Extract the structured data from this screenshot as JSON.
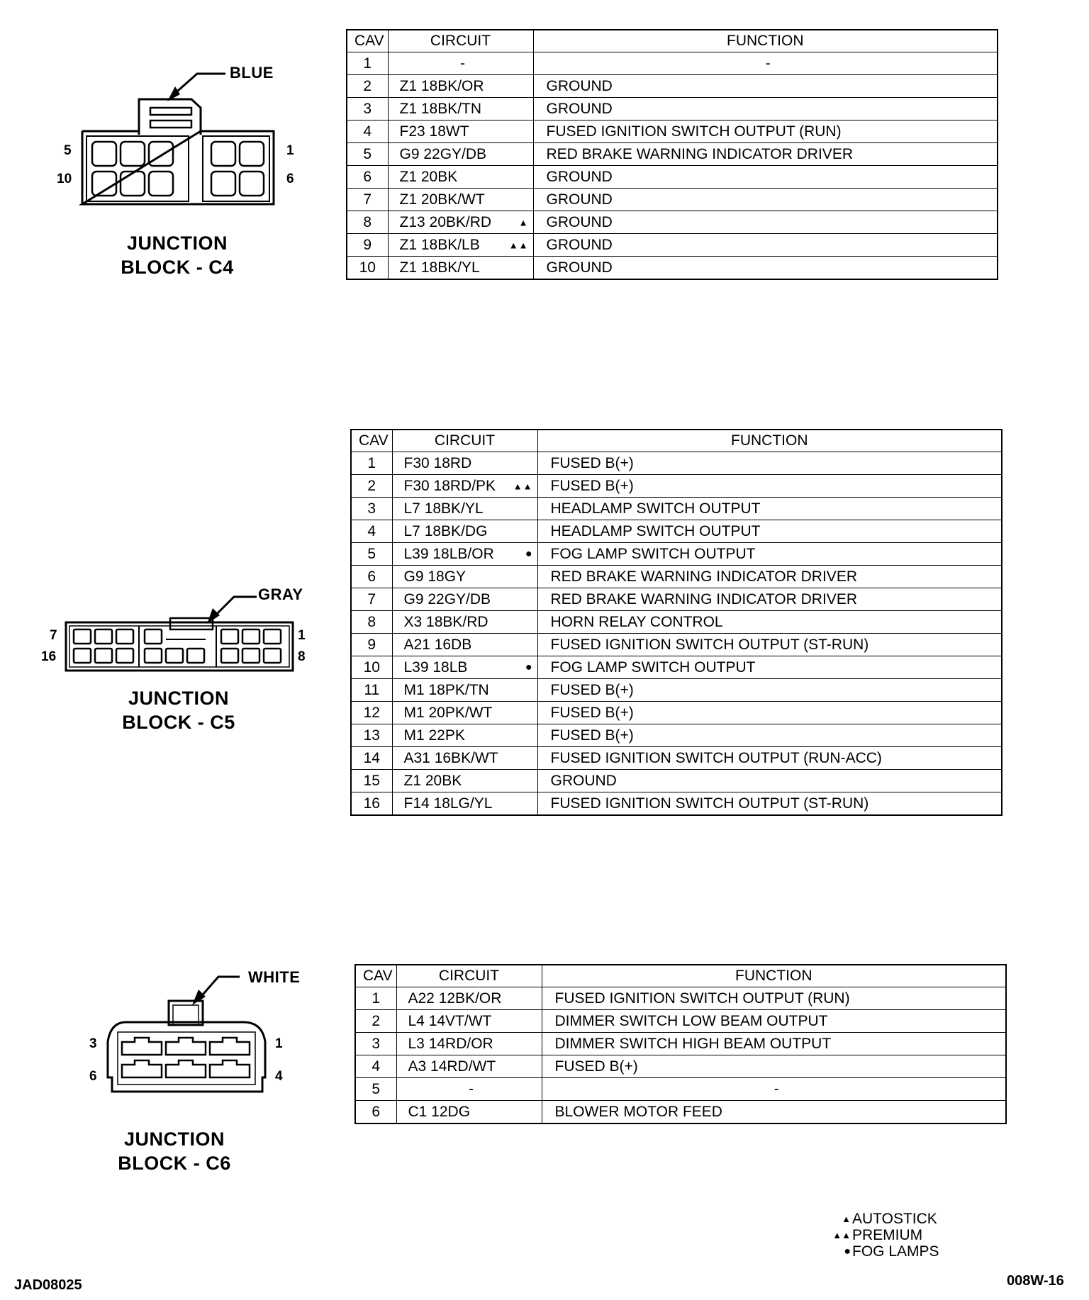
{
  "legend": [
    {
      "symbol": "▲",
      "symbol_icon": "triangle-icon",
      "label": "AUTOSTICK"
    },
    {
      "symbol": "▲▲",
      "symbol_icon": "double-triangle-icon",
      "label": "PREMIUM"
    },
    {
      "symbol": "●",
      "symbol_icon": "dot-icon",
      "label": "FOG LAMPS"
    }
  ],
  "footer": {
    "left": "JAD08025",
    "right": "008W-16"
  },
  "blocks": [
    {
      "title_line1": "JUNCTION",
      "title_line2": "BLOCK - C4",
      "connector_color": "BLUE",
      "pin_labels": {
        "top_left": "5",
        "bottom_left": "10",
        "top_right": "1",
        "bottom_right": "6"
      },
      "headers": {
        "cav": "CAV",
        "circuit": "CIRCUIT",
        "function": "FUNCTION"
      },
      "rows": [
        {
          "cav": "1",
          "circuit": "-",
          "marker": "",
          "function": "-"
        },
        {
          "cav": "2",
          "circuit": "Z1 18BK/OR",
          "marker": "",
          "function": "GROUND"
        },
        {
          "cav": "3",
          "circuit": "Z1 18BK/TN",
          "marker": "",
          "function": "GROUND"
        },
        {
          "cav": "4",
          "circuit": "F23 18WT",
          "marker": "",
          "function": "FUSED IGNITION SWITCH OUTPUT (RUN)"
        },
        {
          "cav": "5",
          "circuit": "G9 22GY/DB",
          "marker": "",
          "function": "RED BRAKE WARNING INDICATOR DRIVER"
        },
        {
          "cav": "6",
          "circuit": "Z1 20BK",
          "marker": "",
          "function": "GROUND"
        },
        {
          "cav": "7",
          "circuit": "Z1 20BK/WT",
          "marker": "",
          "function": "GROUND"
        },
        {
          "cav": "8",
          "circuit": "Z13 20BK/RD",
          "marker": "▲",
          "function": "GROUND"
        },
        {
          "cav": "9",
          "circuit": "Z1 18BK/LB",
          "marker": "▲▲",
          "function": "GROUND"
        },
        {
          "cav": "10",
          "circuit": "Z1 18BK/YL",
          "marker": "",
          "function": "GROUND"
        }
      ]
    },
    {
      "title_line1": "JUNCTION",
      "title_line2": "BLOCK - C5",
      "connector_color": "GRAY",
      "pin_labels": {
        "top_left": "7",
        "bottom_left": "16",
        "top_right": "1",
        "bottom_right": "8"
      },
      "headers": {
        "cav": "CAV",
        "circuit": "CIRCUIT",
        "function": "FUNCTION"
      },
      "rows": [
        {
          "cav": "1",
          "circuit": "F30 18RD",
          "marker": "",
          "function": "FUSED B(+)"
        },
        {
          "cav": "2",
          "circuit": "F30 18RD/PK",
          "marker": "▲▲",
          "function": "FUSED B(+)"
        },
        {
          "cav": "3",
          "circuit": "L7 18BK/YL",
          "marker": "",
          "function": "HEADLAMP SWITCH OUTPUT"
        },
        {
          "cav": "4",
          "circuit": "L7 18BK/DG",
          "marker": "",
          "function": "HEADLAMP SWITCH OUTPUT"
        },
        {
          "cav": "5",
          "circuit": "L39 18LB/OR",
          "marker": "●",
          "function": "FOG LAMP SWITCH OUTPUT"
        },
        {
          "cav": "6",
          "circuit": "G9 18GY",
          "marker": "",
          "function": "RED BRAKE WARNING INDICATOR DRIVER"
        },
        {
          "cav": "7",
          "circuit": "G9 22GY/DB",
          "marker": "",
          "function": "RED BRAKE WARNING INDICATOR DRIVER"
        },
        {
          "cav": "8",
          "circuit": "X3 18BK/RD",
          "marker": "",
          "function": "HORN RELAY CONTROL"
        },
        {
          "cav": "9",
          "circuit": "A21 16DB",
          "marker": "",
          "function": "FUSED IGNITION SWITCH OUTPUT (ST-RUN)"
        },
        {
          "cav": "10",
          "circuit": "L39 18LB",
          "marker": "●",
          "function": "FOG LAMP SWITCH OUTPUT"
        },
        {
          "cav": "11",
          "circuit": "M1 18PK/TN",
          "marker": "",
          "function": "FUSED B(+)"
        },
        {
          "cav": "12",
          "circuit": "M1 20PK/WT",
          "marker": "",
          "function": "FUSED B(+)"
        },
        {
          "cav": "13",
          "circuit": "M1 22PK",
          "marker": "",
          "function": "FUSED B(+)"
        },
        {
          "cav": "14",
          "circuit": "A31 16BK/WT",
          "marker": "",
          "function": "FUSED IGNITION SWITCH OUTPUT (RUN-ACC)"
        },
        {
          "cav": "15",
          "circuit": "Z1 20BK",
          "marker": "",
          "function": "GROUND"
        },
        {
          "cav": "16",
          "circuit": "F14 18LG/YL",
          "marker": "",
          "function": "FUSED IGNITION SWITCH OUTPUT (ST-RUN)"
        }
      ]
    },
    {
      "title_line1": "JUNCTION",
      "title_line2": "BLOCK - C6",
      "connector_color": "WHITE",
      "pin_labels": {
        "top_left": "3",
        "bottom_left": "6",
        "top_right": "1",
        "bottom_right": "4"
      },
      "headers": {
        "cav": "CAV",
        "circuit": "CIRCUIT",
        "function": "FUNCTION"
      },
      "rows": [
        {
          "cav": "1",
          "circuit": "A22 12BK/OR",
          "marker": "",
          "function": "FUSED IGNITION SWITCH OUTPUT (RUN)"
        },
        {
          "cav": "2",
          "circuit": "L4 14VT/WT",
          "marker": "",
          "function": "DIMMER SWITCH LOW BEAM OUTPUT"
        },
        {
          "cav": "3",
          "circuit": "L3 14RD/OR",
          "marker": "",
          "function": "DIMMER SWITCH HIGH BEAM OUTPUT"
        },
        {
          "cav": "4",
          "circuit": "A3 14RD/WT",
          "marker": "",
          "function": "FUSED B(+)"
        },
        {
          "cav": "5",
          "circuit": "-",
          "marker": "",
          "function": "-"
        },
        {
          "cav": "6",
          "circuit": "C1 12DG",
          "marker": "",
          "function": "BLOWER MOTOR FEED"
        }
      ]
    }
  ]
}
